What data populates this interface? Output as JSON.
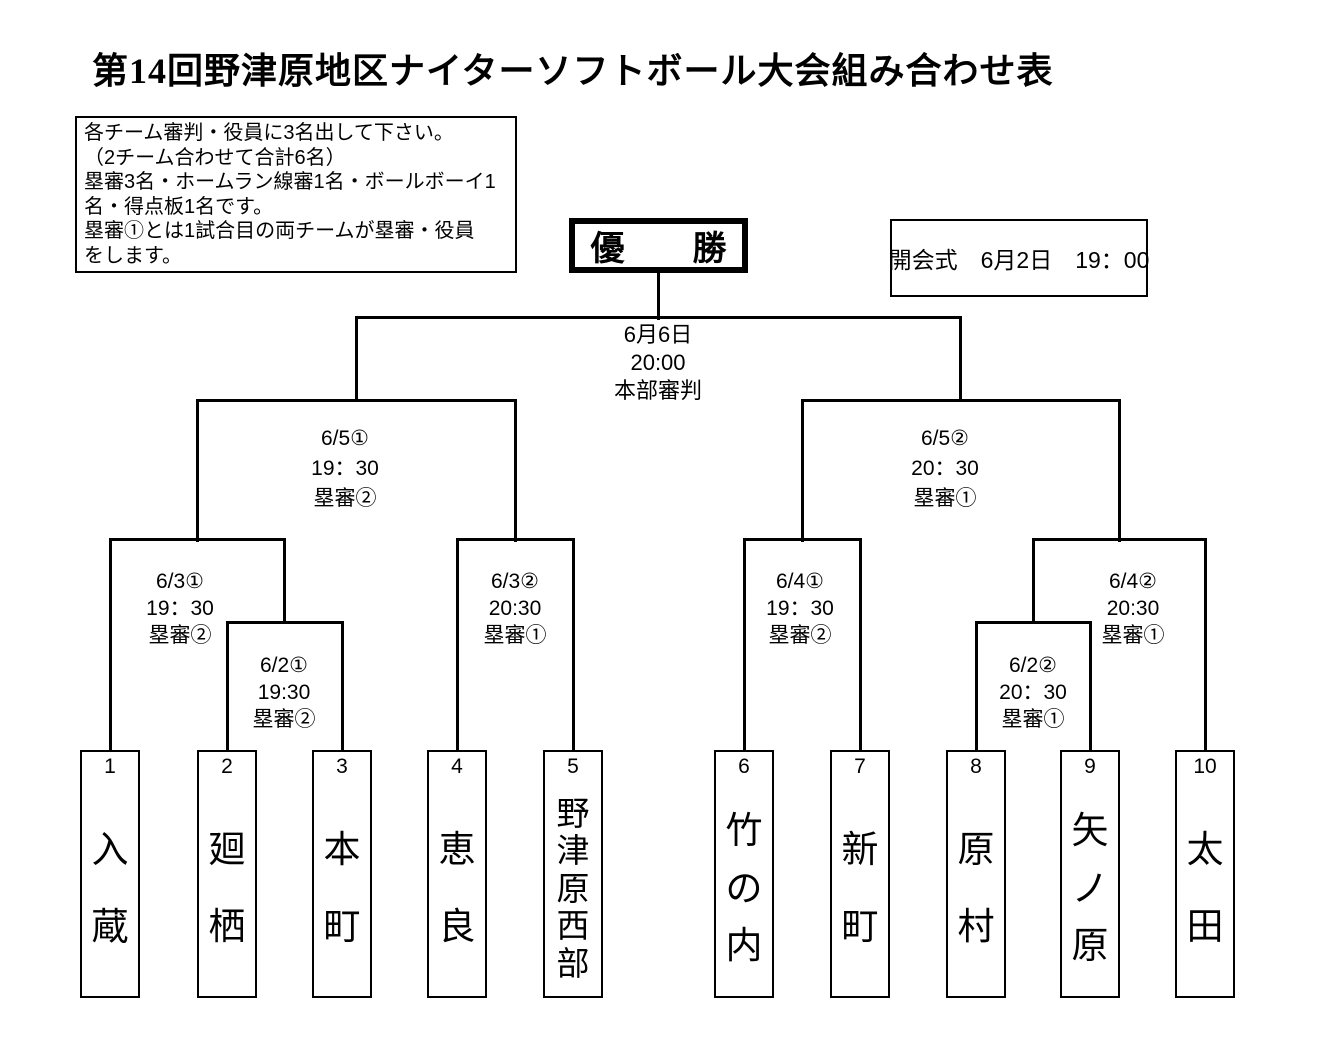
{
  "title": "第14回野津原地区ナイターソフトボール大会組み合わせ表",
  "notice": {
    "lines": [
      "各チーム審判・役員に3名出して下さい。",
      "（2チーム合わせて合計6名）",
      "塁審3名・ホームラン線審1名・ボールボーイ1",
      "名・得点板1名です。",
      "塁審①とは1試合目の両チームが塁審・役員",
      "をします。"
    ]
  },
  "champion_label": "優　　勝",
  "opening_ceremony": "開会式　6月2日　19：00",
  "final_match": {
    "date": "6月6日",
    "time": "20:00",
    "umpire": "本部審判"
  },
  "matches": [
    {
      "game": "6/2①",
      "time": "19:30",
      "umpire": "塁審②"
    },
    {
      "game": "6/2②",
      "time": "20：30",
      "umpire": "塁審①"
    },
    {
      "game": "6/3①",
      "time": "19：30",
      "umpire": "塁審②"
    },
    {
      "game": "6/3②",
      "time": "20:30",
      "umpire": "塁審①"
    },
    {
      "game": "6/4①",
      "time": "19：30",
      "umpire": "塁審②"
    },
    {
      "game": "6/4②",
      "time": "20:30",
      "umpire": "塁審①"
    },
    {
      "game": "6/5①",
      "time": "19：30",
      "umpire": "塁審②"
    },
    {
      "game": "6/5②",
      "time": "20：30",
      "umpire": "塁審①"
    }
  ],
  "teams": [
    {
      "number": "1",
      "name": "入蔵"
    },
    {
      "number": "2",
      "name": "廻栖"
    },
    {
      "number": "3",
      "name": "本町"
    },
    {
      "number": "4",
      "name": "恵良"
    },
    {
      "number": "5",
      "name": "野津原西部"
    },
    {
      "number": "6",
      "name": "竹の内"
    },
    {
      "number": "7",
      "name": "新町"
    },
    {
      "number": "8",
      "name": "原村"
    },
    {
      "number": "9",
      "name": "矢ノ原"
    },
    {
      "number": "10",
      "name": "太田"
    }
  ],
  "colors": {
    "line": "#000000",
    "background": "#ffffff",
    "text": "#000000"
  }
}
